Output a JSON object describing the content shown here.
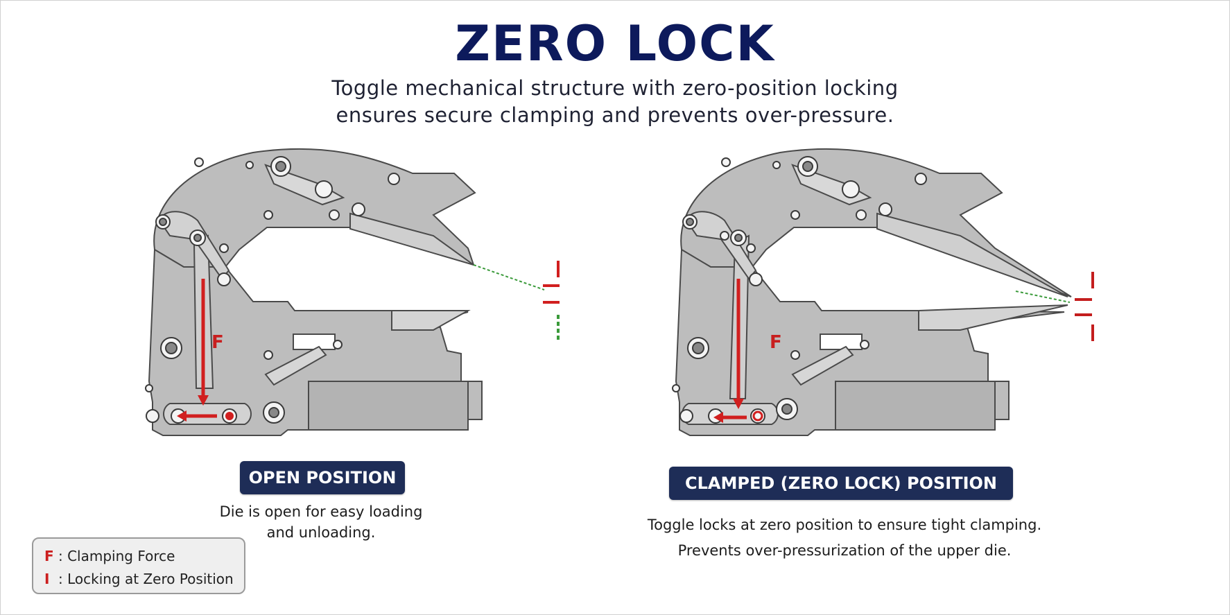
{
  "title": "ZERO LOCK",
  "subtitle": {
    "line1": "Toggle mechanical structure with zero-position locking",
    "line2": "ensures secure clamping and prevents over-pressure."
  },
  "panels": {
    "open": {
      "force_label": "F",
      "lock_label": "I",
      "heading": "OPEN POSITION",
      "desc_line1": "Die is open for easy loading",
      "desc_line2": "and unloading."
    },
    "clamped": {
      "force_label": "F",
      "lock_label": "I",
      "heading": "CLAMPED (ZERO LOCK) POSITION",
      "desc_line1": "Toggle locks at zero position to ensure tight clamping.",
      "desc_line2": "Prevents over-pressurization of the upper die."
    }
  },
  "legend": {
    "items": [
      {
        "symbol": "F",
        "text": ": Clamping Force"
      },
      {
        "symbol": "I",
        "text": ": Locking at Zero Position"
      }
    ]
  },
  "colors": {
    "title": "#0d1a5c",
    "heading_pill": "#1e2d57",
    "force_arrow": "#d11f1f",
    "lock_marker_open": "#3a9a3a",
    "lock_marker_clamped": "#c41e1e",
    "body": "#bdbdbd"
  }
}
